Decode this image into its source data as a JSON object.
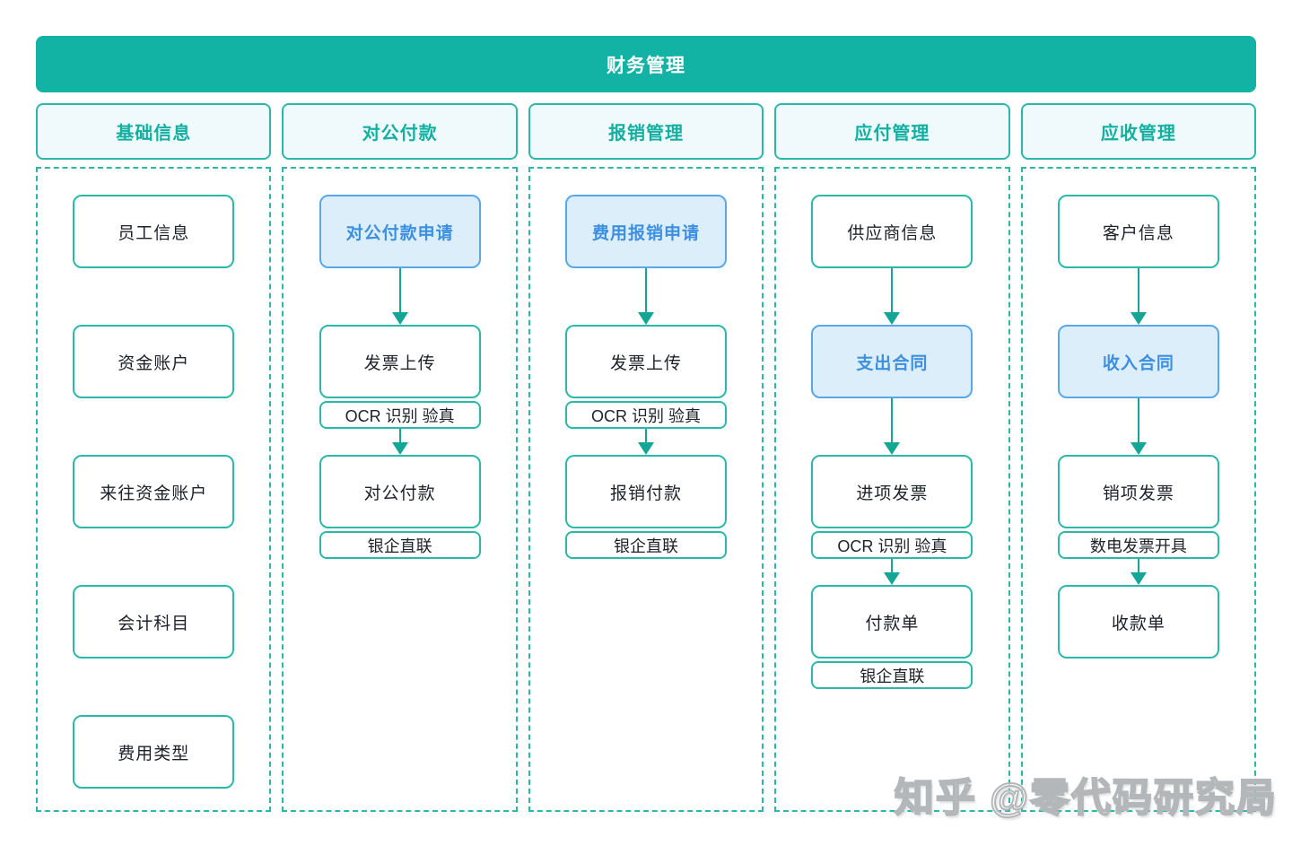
{
  "title": "财务管理",
  "watermark": "知乎 @零代码研究局",
  "colors": {
    "teal": "#12b3a5",
    "teal_border": "#2ab9a9",
    "teal_text": "#13b0a2",
    "arrow": "#13a595",
    "header_bg": "#f0fafd",
    "blue_border": "#5aa7e8",
    "blue_bg": "#ddeefb",
    "blue_text": "#3d8fe0",
    "box_text": "#1d2129"
  },
  "columns": [
    {
      "header": "基础信息",
      "nodes": [
        {
          "row": 0,
          "label": "员工信息",
          "style": "plain",
          "arrow": false
        },
        {
          "row": 1,
          "label": "资金账户",
          "style": "plain",
          "arrow": false
        },
        {
          "row": 2,
          "label": "来往资金账户",
          "style": "plain",
          "arrow": false
        },
        {
          "row": 3,
          "label": "会计科目",
          "style": "plain",
          "arrow": false
        },
        {
          "row": 4,
          "label": "费用类型",
          "style": "plain",
          "arrow": false
        }
      ]
    },
    {
      "header": "对公付款",
      "nodes": [
        {
          "row": 0,
          "label": "对公付款申请",
          "style": "highlight",
          "arrow": true
        },
        {
          "row": 1,
          "label": "发票上传",
          "style": "plain",
          "sub": "OCR 识别 验真",
          "arrow": true
        },
        {
          "row": 2,
          "label": "对公付款",
          "style": "plain",
          "sub": "银企直联",
          "arrow": false
        }
      ]
    },
    {
      "header": "报销管理",
      "nodes": [
        {
          "row": 0,
          "label": "费用报销申请",
          "style": "highlight",
          "arrow": true
        },
        {
          "row": 1,
          "label": "发票上传",
          "style": "plain",
          "sub": "OCR 识别 验真",
          "arrow": true
        },
        {
          "row": 2,
          "label": "报销付款",
          "style": "plain",
          "sub": "银企直联",
          "arrow": false
        }
      ]
    },
    {
      "header": "应付管理",
      "nodes": [
        {
          "row": 0,
          "label": "供应商信息",
          "style": "plain",
          "arrow": true
        },
        {
          "row": 1,
          "label": "支出合同",
          "style": "highlight",
          "arrow": true
        },
        {
          "row": 2,
          "label": "进项发票",
          "style": "plain",
          "sub": "OCR 识别 验真",
          "arrow": true
        },
        {
          "row": 3,
          "label": "付款单",
          "style": "plain",
          "sub": "银企直联",
          "arrow": false
        }
      ]
    },
    {
      "header": "应收管理",
      "nodes": [
        {
          "row": 0,
          "label": "客户信息",
          "style": "plain",
          "arrow": true
        },
        {
          "row": 1,
          "label": "收入合同",
          "style": "highlight",
          "arrow": true
        },
        {
          "row": 2,
          "label": "销项发票",
          "style": "plain",
          "sub": "数电发票开具",
          "arrow": true
        },
        {
          "row": 3,
          "label": "收款单",
          "style": "plain",
          "arrow": false
        }
      ]
    }
  ]
}
